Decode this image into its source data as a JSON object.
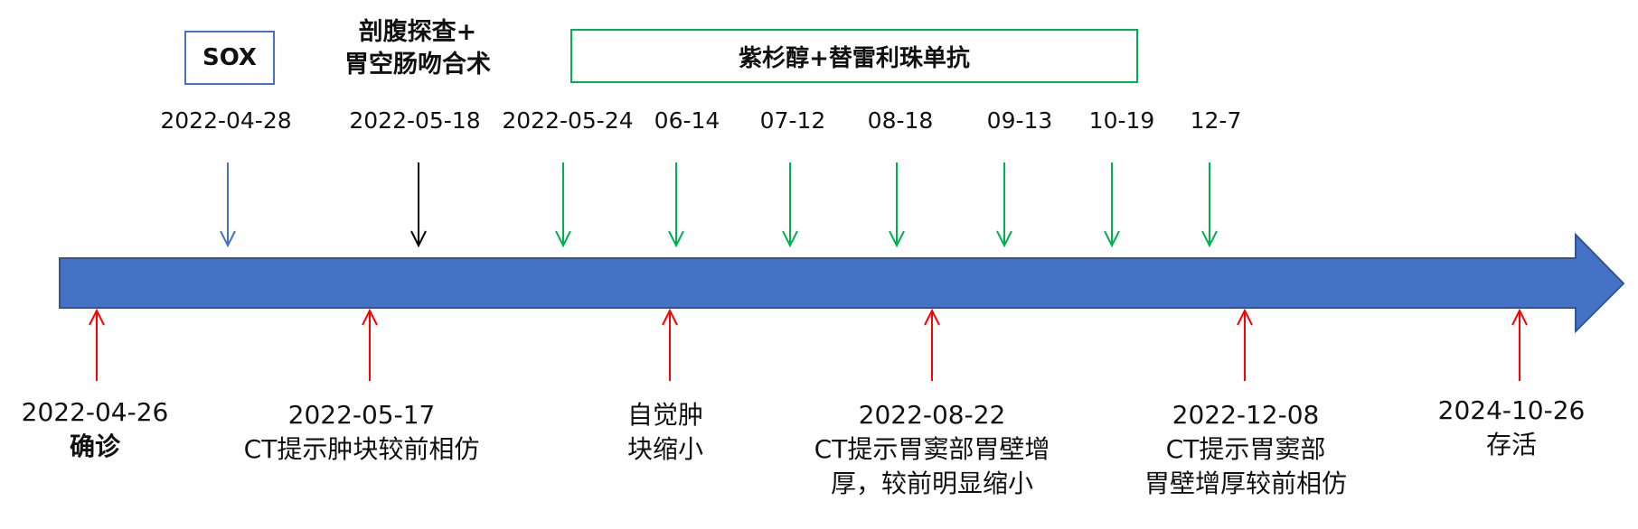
{
  "colors": {
    "axis": "#4472c4",
    "axis_stroke": "#2f5597",
    "sox": "#4472c4",
    "surgery": "#000000",
    "chemo": "#00b050",
    "event": "#ff0000"
  },
  "top_boxes": {
    "sox": "SOX",
    "surgery_line1": "剖腹探查+",
    "surgery_line2": "胃空肠吻合术",
    "chemo": "紫杉醇+替雷利珠单抗"
  },
  "top_dates": [
    "2022-04-28",
    "2022-05-18",
    "2022-05-24",
    "06-14",
    "07-12",
    "08-18",
    "09-13",
    "10-19",
    "12-7"
  ],
  "top_arrow_kinds": [
    "sox",
    "surgery",
    "chemo",
    "chemo",
    "chemo",
    "chemo",
    "chemo",
    "chemo",
    "chemo"
  ],
  "bottom_events": [
    {
      "date": "2022-04-26",
      "lines": [
        "确诊"
      ],
      "bold_desc": true
    },
    {
      "date": "2022-05-17",
      "lines": [
        "CT提示肿块较前相仿"
      ],
      "bold_desc": false
    },
    {
      "date": "",
      "lines": [
        "自觉肿",
        "块缩小"
      ],
      "bold_desc": false
    },
    {
      "date": "2022-08-22",
      "lines": [
        "CT提示胃窦部胃壁增",
        "厚，较前明显缩小"
      ],
      "bold_desc": false
    },
    {
      "date": "2022-12-08",
      "lines": [
        "CT提示胃窦部",
        "胃壁增厚较前相仿"
      ],
      "bold_desc": false
    },
    {
      "date": "2024-10-26",
      "lines": [
        "存活"
      ],
      "bold_desc": false
    }
  ]
}
